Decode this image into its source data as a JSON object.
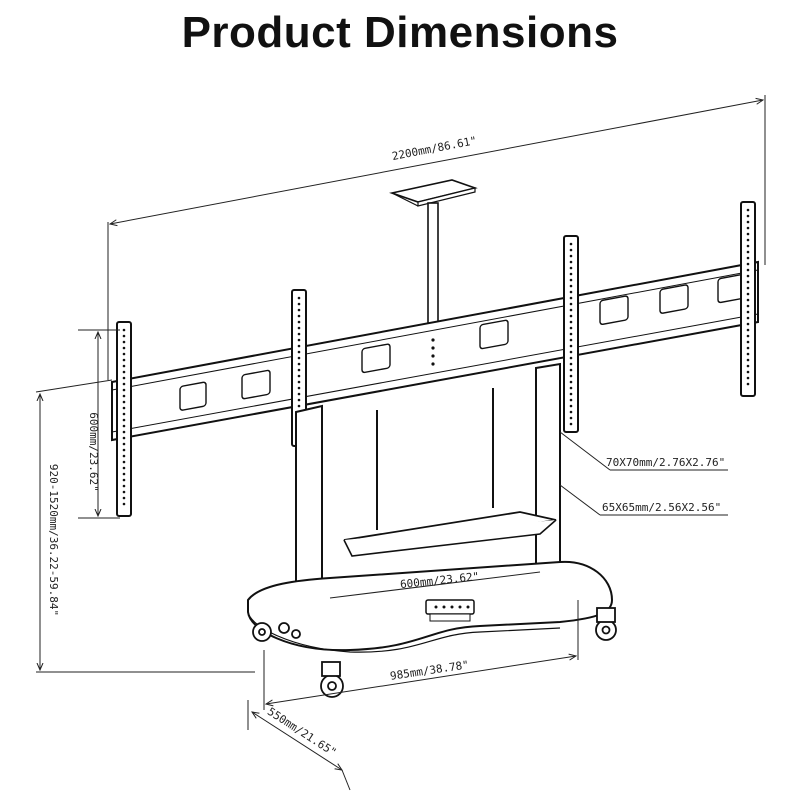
{
  "title": "Product Dimensions",
  "dimensions": {
    "overall_width": "2200mm/86.61\"",
    "vesa_height": "600mm/23.62\"",
    "height_range": "920-1520mm/36.22-59.84\"",
    "interface_70": "70X70mm/2.76X2.76\"",
    "interface_65": "65X65mm/2.56X2.56\"",
    "shelf_width": "600mm/23.62\"",
    "base_width": "985mm/38.78\"",
    "base_depth": "550mm/21.65\""
  }
}
